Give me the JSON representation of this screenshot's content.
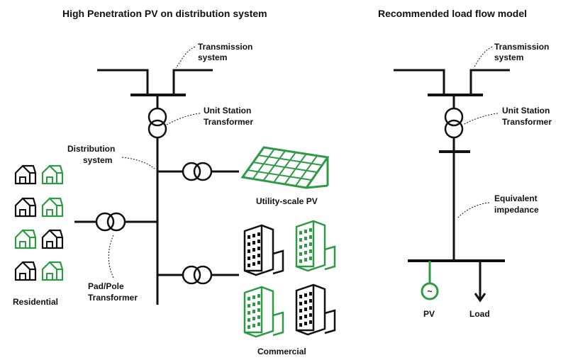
{
  "left_diagram": {
    "title": "High Penetration PV on distribution system",
    "transmission_label": [
      "Transmission",
      "system"
    ],
    "unit_station_label": [
      "Unit Station",
      "Transformer"
    ],
    "distribution_label": [
      "Distribution",
      "system"
    ],
    "utility_pv_label": "Utility-scale PV",
    "pad_pole_label": [
      "Pad/Pole",
      "Transformer"
    ],
    "residential_label": "Residential",
    "commercial_label": "Commercial"
  },
  "right_diagram": {
    "title": "Recommended load flow model",
    "transmission_label": [
      "Transmission",
      "system"
    ],
    "unit_station_label": [
      "Unit Station",
      "Transformer"
    ],
    "equivalent_label": [
      "Equivalent",
      "impedance"
    ],
    "pv_label": "PV",
    "pv_symbol": "~",
    "load_label": "Load"
  },
  "colors": {
    "line": "#111111",
    "green": "#2e9a46"
  }
}
